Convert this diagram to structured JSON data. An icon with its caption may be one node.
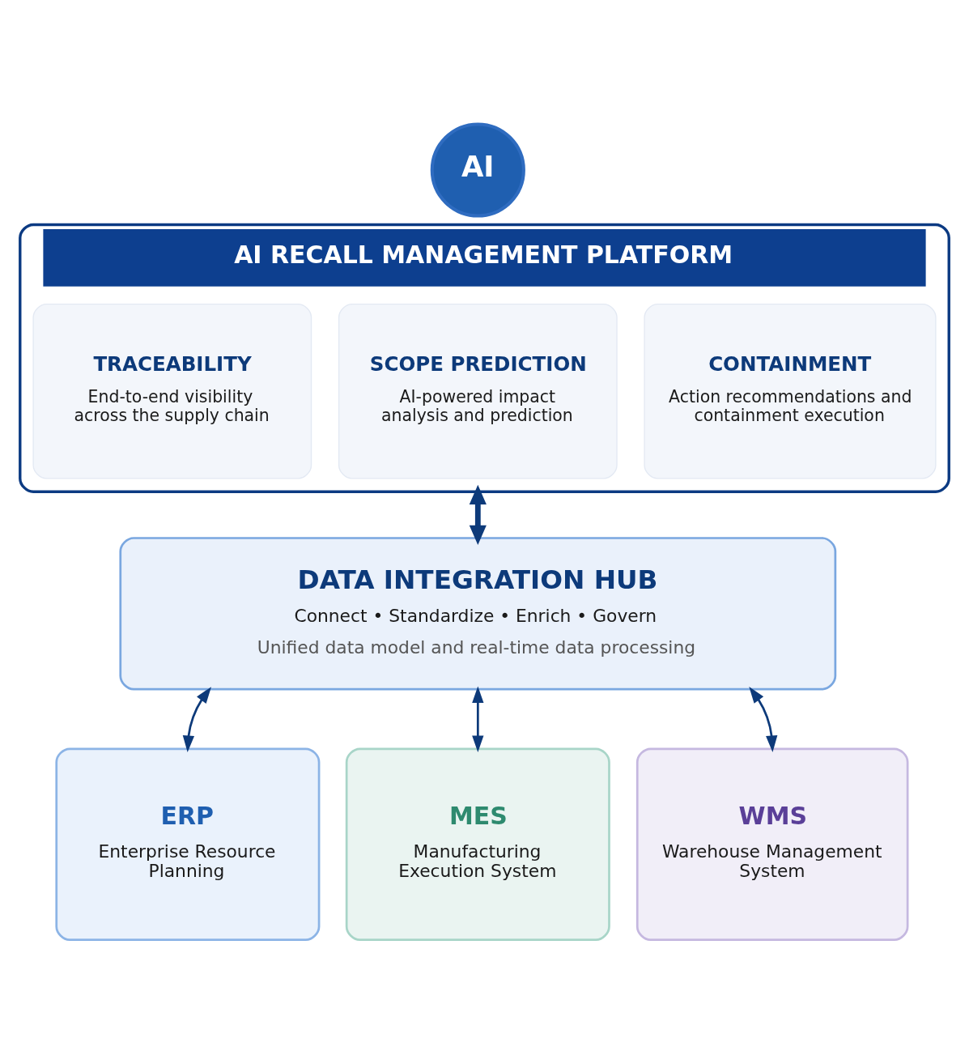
{
  "diagram": {
    "nodes": [
      {
        "text": [
          "AI"
        ]
      },
      {
        "text": [
          "AI RECALL MANAGEMENT PLATFORM"
        ]
      },
      {
        "text": [
          "TRACEABILITY",
          "End-to-end visibility across the supply chain"
        ],
        "in": 1
      },
      {
        "text": [
          "SCOPE PREDICTION",
          "AI-powered impact analysis and prediction"
        ],
        "in": 1
      },
      {
        "text": [
          "CONTAINMENT",
          "Action recommendations and containment execution"
        ],
        "in": 1
      },
      {
        "text": [
          "DATA INTEGRATION HUB",
          "Connect • Standardize • Enrich • Govern",
          "Unified data model and real-time data processing"
        ]
      },
      {
        "text": [
          "ERP",
          "Enterprise Resource Planning"
        ]
      },
      {
        "text": [
          "MES",
          "Manufacturing Execution System"
        ]
      },
      {
        "text": [
          "WMS",
          "Warehouse Management System"
        ]
      }
    ],
    "edges": [
      {
        "from": 1,
        "to": 5,
        "arrow": "both",
        "style": "thick"
      },
      {
        "from": 5,
        "to": 6,
        "arrow": "both"
      },
      {
        "from": 5,
        "to": 7,
        "arrow": "both"
      },
      {
        "from": 5,
        "to": 8,
        "arrow": "both"
      }
    ]
  }
}
